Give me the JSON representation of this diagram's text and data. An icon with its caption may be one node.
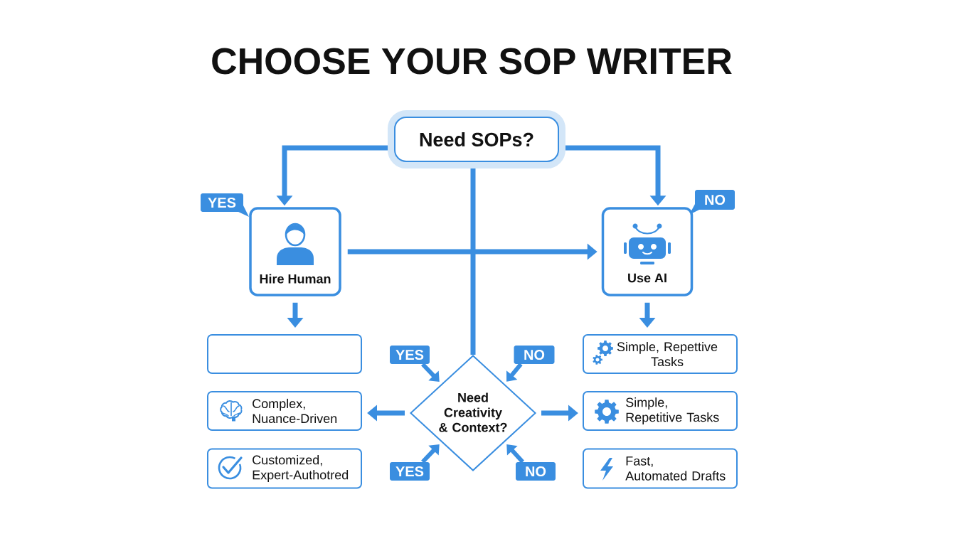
{
  "diagram": {
    "title": "CHOOSE YOUR SOP WRITER",
    "nodes": [
      {
        "text": [
          "Need SOPs?"
        ]
      },
      {
        "text": [
          "YES"
        ]
      },
      {
        "text": [
          "NO"
        ]
      },
      {
        "text": [
          "Hire Human"
        ]
      },
      {
        "text": [
          "Use AI"
        ]
      },
      {
        "text": [],
        "shape": "box"
      },
      {
        "text": [
          "YES"
        ]
      },
      {
        "text": [
          "NO"
        ]
      },
      {
        "text": [
          "Simple, Repettive Tasks"
        ]
      },
      {
        "text": [
          "Need Creativity & Context?"
        ]
      },
      {
        "text": [
          "Complex, Nuance-Driven"
        ]
      },
      {
        "text": [
          "Simple, Repetitive Tasks"
        ]
      },
      {
        "text": [
          "Customized, Expert-Authotred"
        ]
      },
      {
        "text": [
          "YES"
        ]
      },
      {
        "text": [
          "NO"
        ]
      },
      {
        "text": [
          "Fast, Automated Drafts"
        ]
      }
    ],
    "edges": [
      {
        "from": 0,
        "to": 3,
        "arrow": "to"
      },
      {
        "from": 0,
        "to": 4,
        "arrow": "to"
      },
      {
        "from": 0,
        "to": 9,
        "arrow": "none"
      },
      {
        "from": 3,
        "to": 4,
        "arrow": "to"
      },
      {
        "from": 3,
        "to": 5,
        "arrow": "to"
      },
      {
        "from": 4,
        "to": 8,
        "arrow": "to"
      },
      {
        "from": 6,
        "to": 9,
        "arrow": "to"
      },
      {
        "from": 7,
        "to": 9,
        "arrow": "to"
      },
      {
        "from": 9,
        "to": 10,
        "arrow": "to"
      },
      {
        "from": 9,
        "to": 11,
        "arrow": "to"
      },
      {
        "from": 13,
        "to": 9,
        "arrow": "to"
      },
      {
        "from": 14,
        "to": 9,
        "arrow": "to"
      }
    ]
  }
}
